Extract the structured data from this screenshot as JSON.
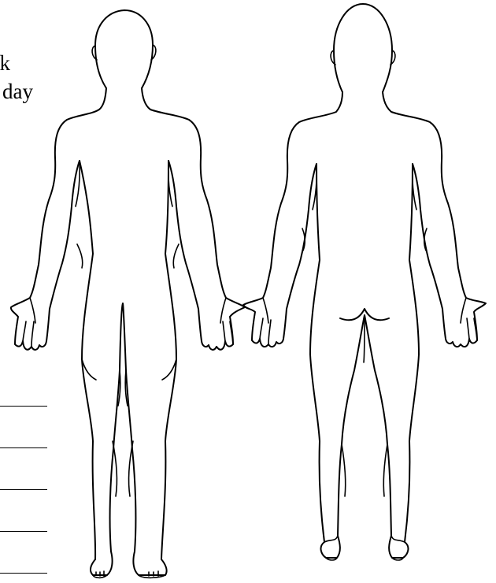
{
  "form_fragment": {
    "text_line_1": "k",
    "text_line_2": "day",
    "answer_line_count": 5
  },
  "body_chart": {
    "views": [
      "front-view",
      "back-view"
    ],
    "outline_color": "#000000",
    "background_color": "#ffffff"
  }
}
